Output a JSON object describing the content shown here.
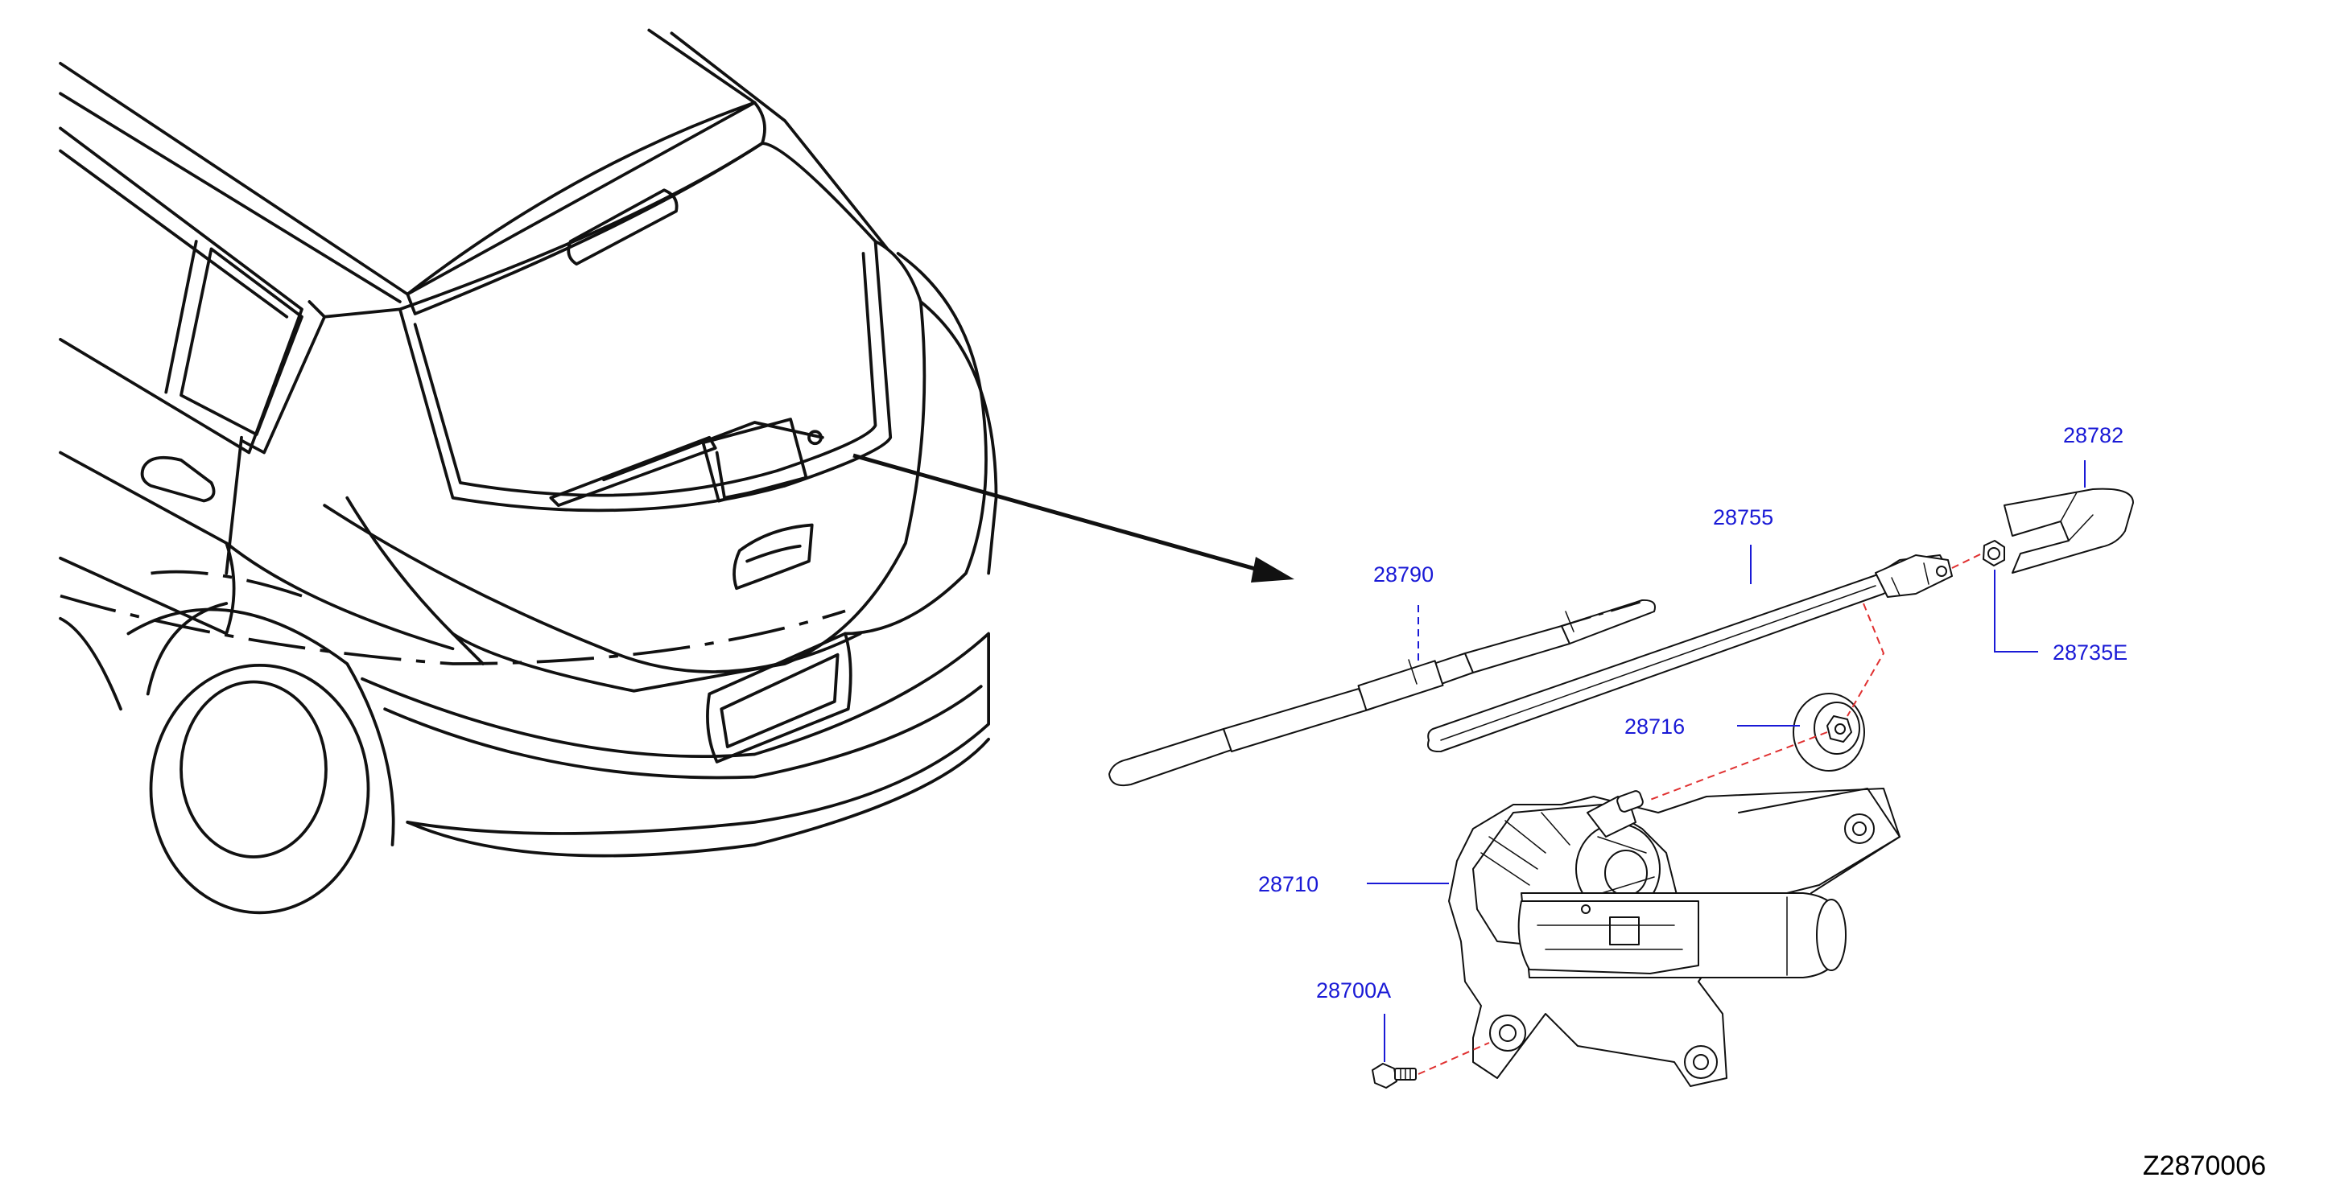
{
  "labels": {
    "p28782": "28782",
    "p28755": "28755",
    "p28790": "28790",
    "p28735E": "28735E",
    "p28716": "28716",
    "p28710": "28710",
    "p28700A": "28700A"
  },
  "diagram_id": "Z2870006",
  "colors": {
    "label": "#1a1ad6",
    "assembly_line": "#e03030",
    "drawing": "#111111"
  }
}
